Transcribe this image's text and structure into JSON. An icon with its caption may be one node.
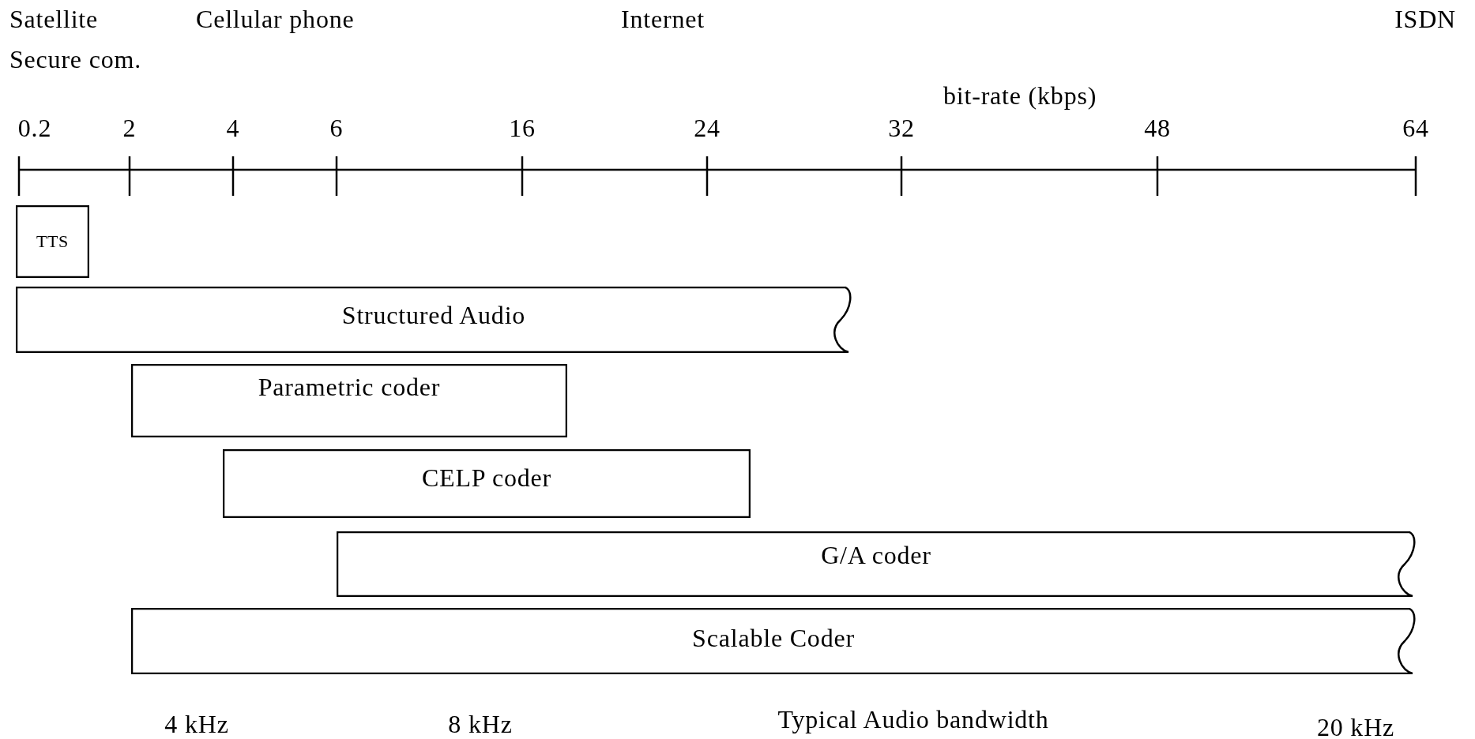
{
  "diagram": {
    "nodes": [
      {
        "text": [
          "TTS"
        ]
      },
      {
        "text": [
          "Structured Audio"
        ]
      },
      {
        "text": [
          "Parametric coder"
        ]
      },
      {
        "text": [
          "CELP coder"
        ]
      },
      {
        "text": [
          "G/A coder"
        ]
      },
      {
        "text": [
          "Scalable Coder"
        ]
      }
    ],
    "labels": [
      "Satellite",
      "Cellular phone",
      "Internet",
      "ISDN",
      "Secure com.",
      "bit-rate (kbps)",
      "0.2",
      "2",
      "4",
      "6",
      "16",
      "24",
      "32",
      "48",
      "64",
      "4 kHz",
      "8 kHz",
      "Typical Audio bandwidth",
      "20 kHz"
    ]
  }
}
